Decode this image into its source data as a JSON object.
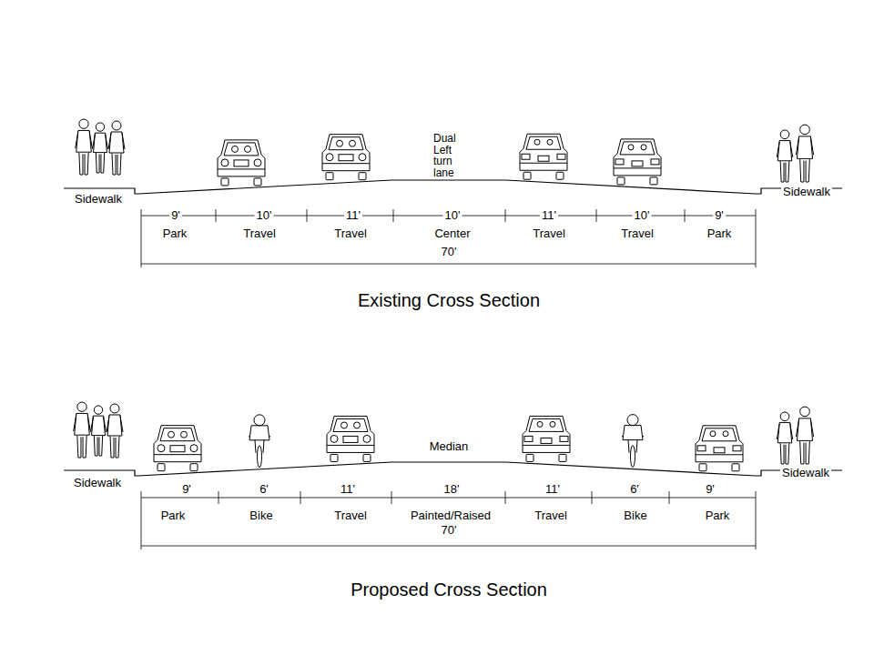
{
  "diagram": {
    "labels": [
      "Dual Left turn lane",
      "Sidewalk",
      "Sidewalk",
      "9'",
      "10'",
      "11'",
      "10'",
      "11'",
      "10'",
      "9'",
      "Park",
      "Travel",
      "Travel",
      "Center",
      "Travel",
      "Travel",
      "Park",
      "70'",
      "Existing Cross Section",
      "Median",
      "Sidewalk",
      "Sidewalk",
      "9'",
      "6'",
      "11'",
      "18'",
      "11'",
      "6'",
      "9'",
      "Park",
      "Bike",
      "Travel",
      "Painted/Raised",
      "Travel",
      "Bike",
      "Park",
      "70'",
      "Proposed Cross Section"
    ]
  }
}
